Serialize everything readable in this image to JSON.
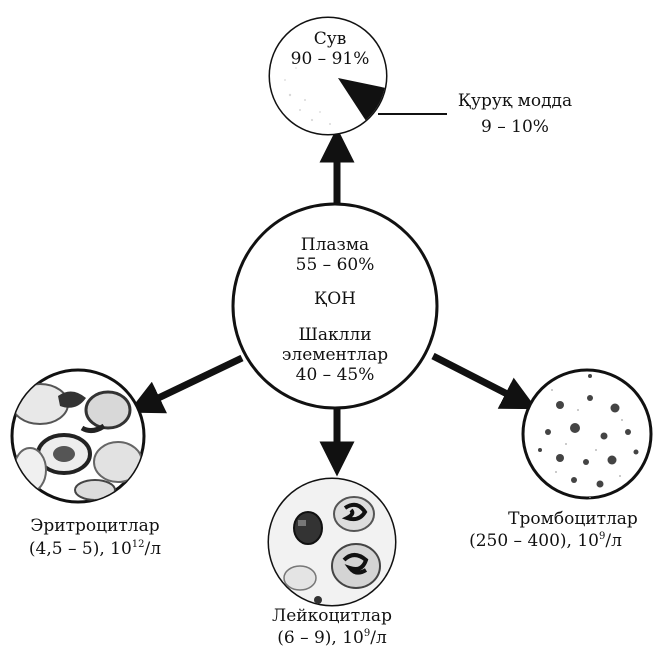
{
  "center": {
    "plasma_label": "Плазма",
    "plasma_value": "55 – 60%",
    "title": "ҚОН",
    "formed_label_1": "Шаклли",
    "formed_label_2": "элементлар",
    "formed_value": "40 – 45%"
  },
  "water": {
    "label": "Сув",
    "value": "90 – 91%",
    "dry_label": "Қуруқ модда",
    "dry_value": "9 – 10%"
  },
  "erythrocytes": {
    "label": "Эритроцитлар",
    "range": "(4,5 – 5), 10",
    "exp": "12",
    "unit": "/л"
  },
  "leukocytes": {
    "label": "Лейкоцитлар",
    "range": "(6 – 9), 10",
    "exp": "9",
    "unit": "/л"
  },
  "platelets": {
    "label": "Тромбоцитлар",
    "range": "(250 – 400), 10",
    "exp": "9",
    "unit": "/л"
  },
  "colors": {
    "ink": "#111111",
    "background": "#ffffff",
    "cell_fill": "#e6e6e6"
  }
}
